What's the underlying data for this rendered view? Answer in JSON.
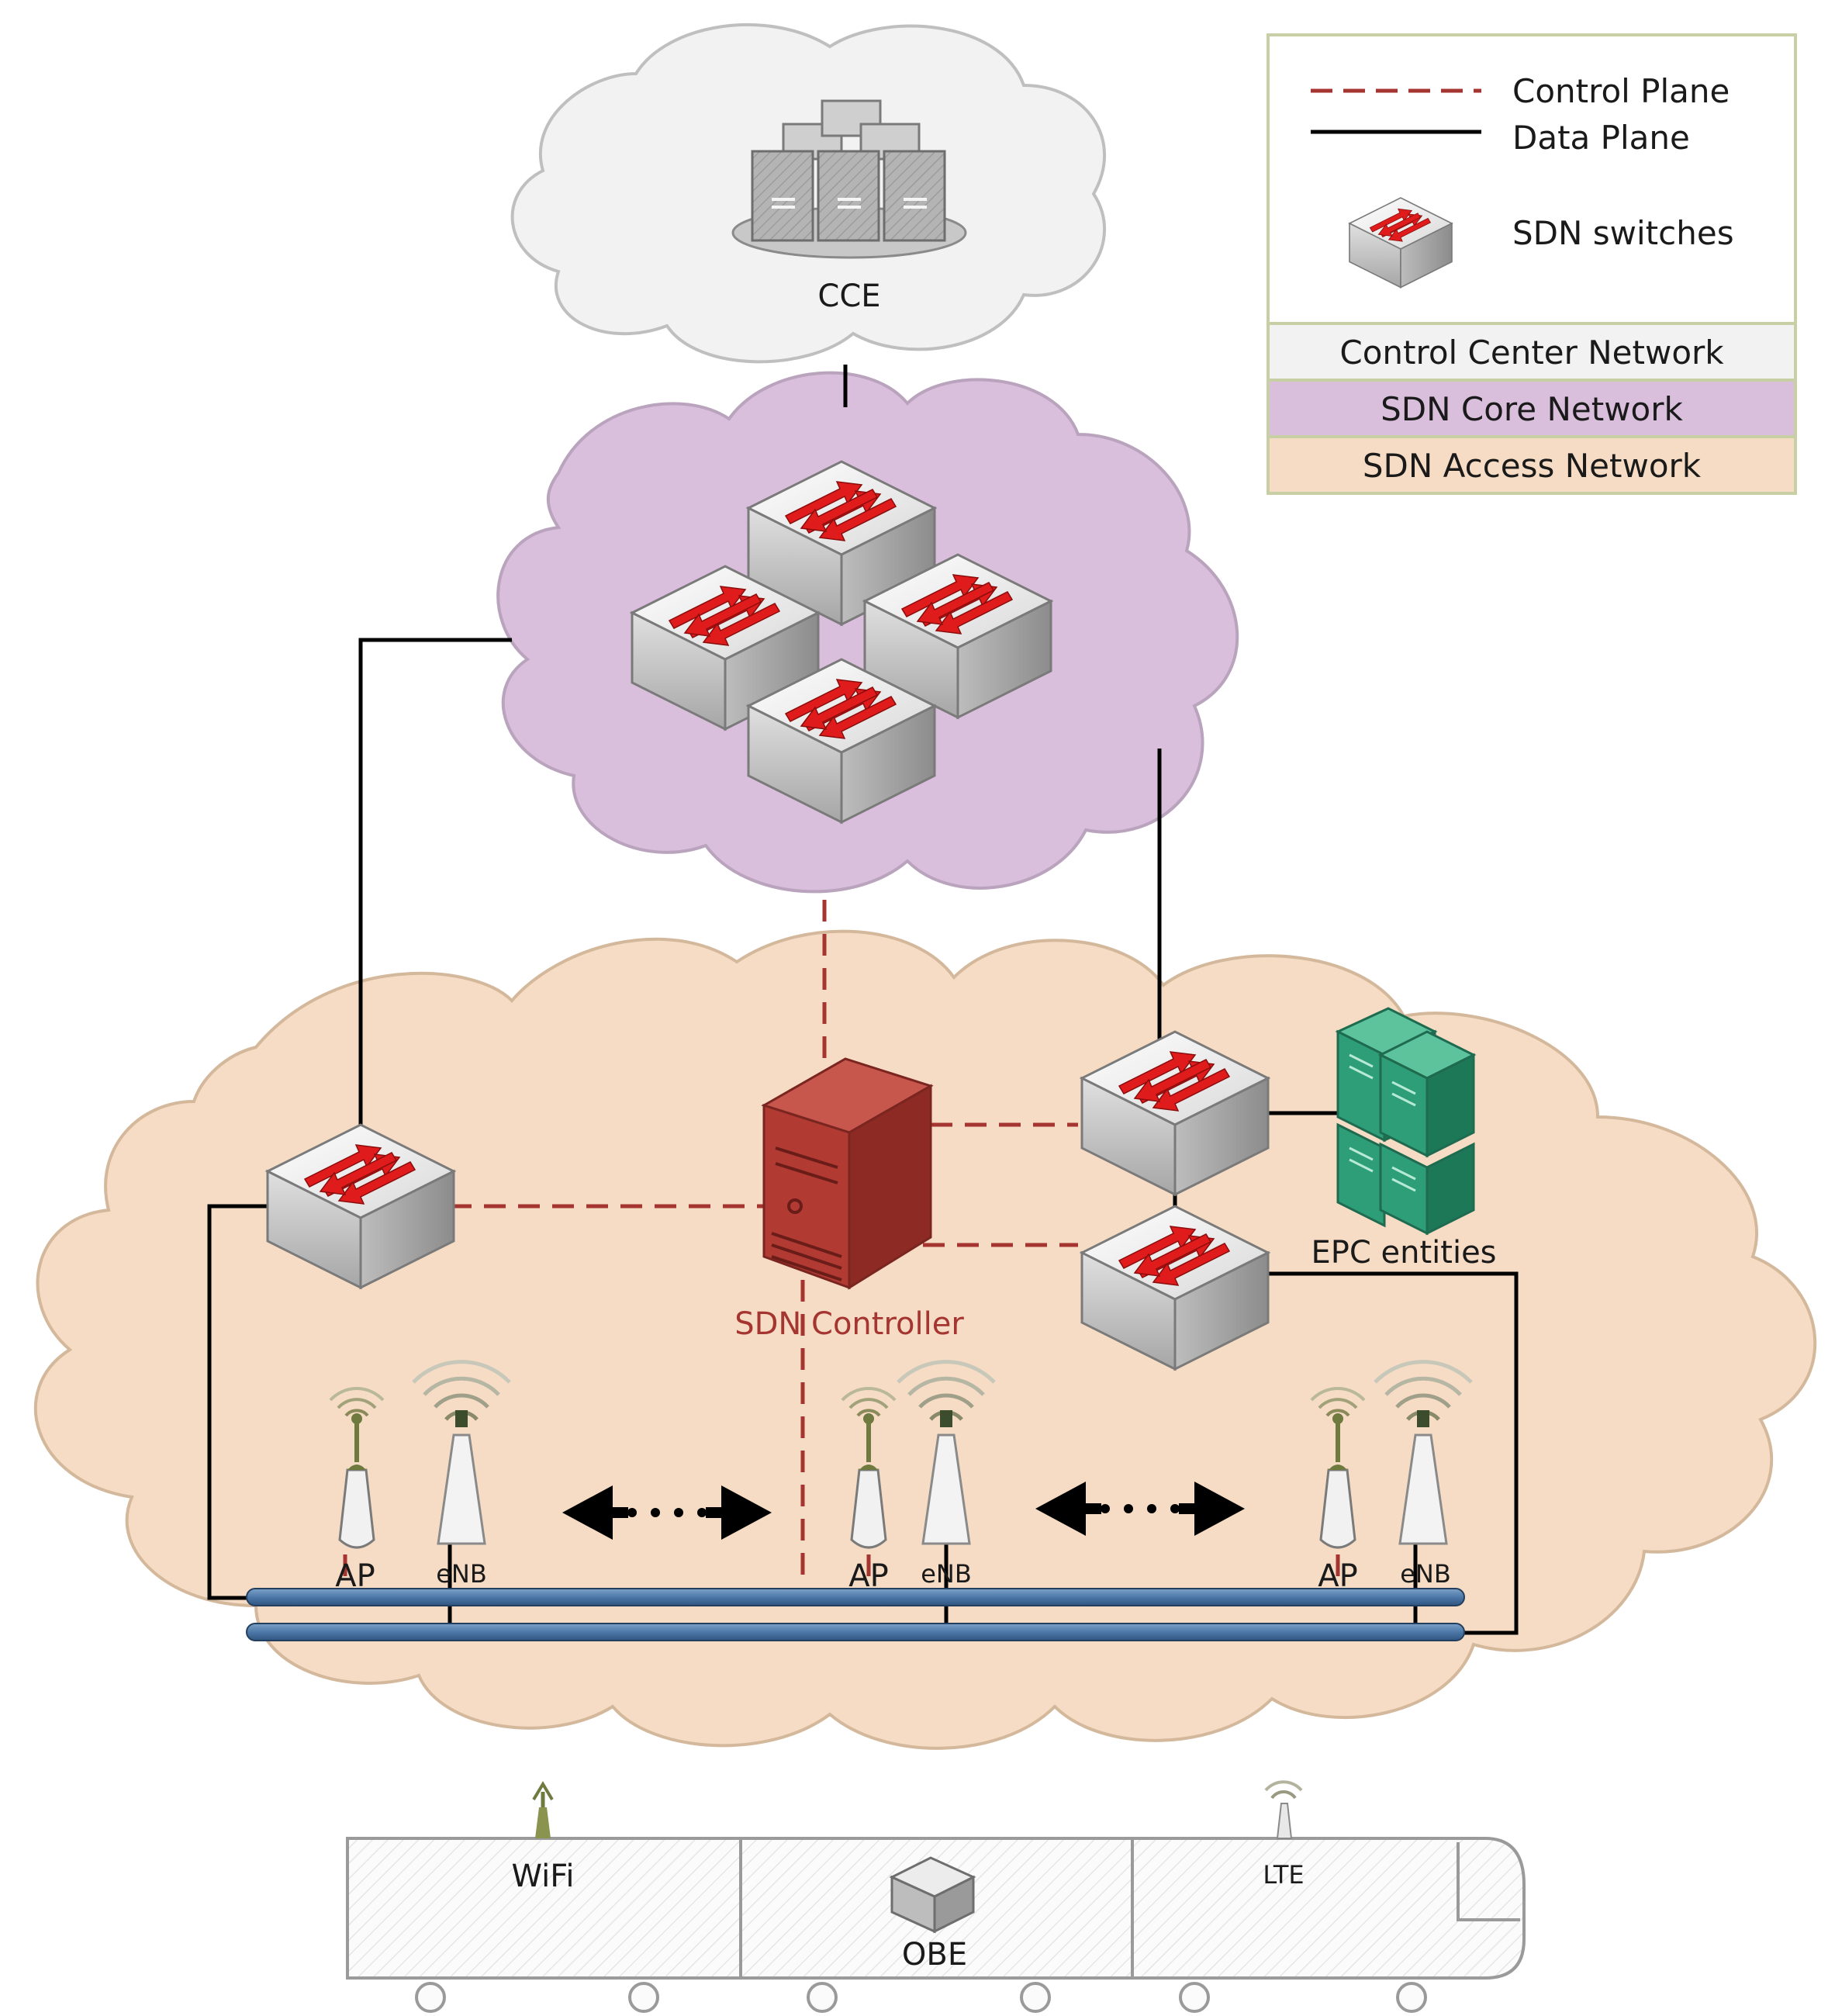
{
  "legend": {
    "control_plane": "Control Plane",
    "data_plane": "Data Plane",
    "sdn_switches": "SDN switches",
    "control_center_network": "Control Center Network",
    "sdn_core_network": "SDN Core Network",
    "sdn_access_network": "SDN Access Network"
  },
  "labels": {
    "cce": "CCE",
    "sdn_controller": "SDN Controller",
    "epc_entities": "EPC entities",
    "ap": "AP",
    "enb": "eNB",
    "wifi": "WiFi",
    "lte": "LTE",
    "obe": "OBE"
  },
  "colors": {
    "control_center_fill": "#f2f2f2",
    "core_fill": "#d9bfdc",
    "access_fill": "#f6dcc4",
    "control_plane_line": "#a43530",
    "data_plane_line": "#000000",
    "controller_red": "#b13b33",
    "epc_green": "#2e9e78",
    "rail_blue": "#4d78a8"
  }
}
